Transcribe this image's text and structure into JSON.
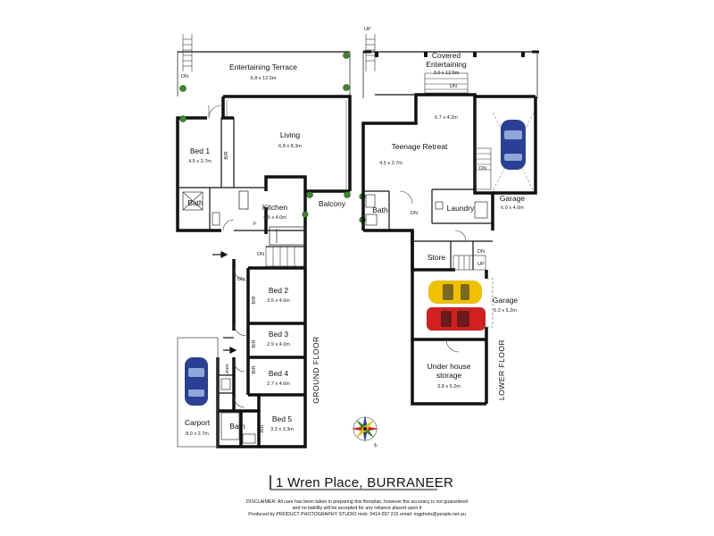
{
  "title": "1 Wren Place, BURRANEER",
  "floors": {
    "ground": "GROUND FLOOR",
    "lower": "LOWER FLOOR"
  },
  "stairs": {
    "dn": "DN",
    "up": "UP"
  },
  "ground_rooms": {
    "terrace": {
      "name": "Entertaining Terrace",
      "dim": "6.8 x 12.5m"
    },
    "living": {
      "name": "Living",
      "dim": "6.8 x 8.3m"
    },
    "bed1": {
      "name": "Bed 1",
      "dim": "4.5 x 3.7m"
    },
    "bath1": {
      "name": "Bath"
    },
    "kitchen": {
      "name": "Kitchen",
      "dim": "4.5 x 4.0m"
    },
    "balcony": {
      "name": "Balcony"
    },
    "bed2": {
      "name": "Bed 2",
      "dim": "3.5 x 4.0m"
    },
    "bed3": {
      "name": "Bed 3",
      "dim": "2.9 x 4.0m"
    },
    "bed4": {
      "name": "Bed 4",
      "dim": "2.7 x 4.0m"
    },
    "bed5": {
      "name": "Bed 5",
      "dim": "3.3 x 3.3m"
    },
    "bath2": {
      "name": "Bath"
    },
    "carport": {
      "name": "Carport",
      "dim": "8.0 x 2.7m"
    },
    "linen": "Linen",
    "bir": "BIR",
    "fridge": "F"
  },
  "lower_rooms": {
    "covered": {
      "name_line1": "Covered",
      "name_line2": "Entertaining",
      "dim": "3.0 x 12.5m"
    },
    "retreat": {
      "name": "Teenage Retreat",
      "dim_a": "6.7 x 4.2m",
      "dim_b": "4.5 x 3.7m"
    },
    "bath": {
      "name": "Bath"
    },
    "laundry": {
      "name": "Laundry"
    },
    "garage1": {
      "name": "Garage",
      "dim": "6.0 x 4.0m"
    },
    "store": {
      "name": "Store"
    },
    "garage2": {
      "name": "Garage",
      "dim": "5.3 x 5.2m"
    },
    "storage": {
      "name_line1": "Under house",
      "name_line2": "storage",
      "dim": "3.8 x 5.2m"
    }
  },
  "compass": {
    "label": "N"
  },
  "disclaimer": {
    "line1": "DISCLAIMER: All care has been taken in preparing this floorplan, however the accuracy is not guaranteed",
    "line2": "and no liability will be accepted for any reliance placed upon it",
    "line3": "Produced by PRODUCT PHOTOGRAPHY STUDIO mob: 0414 697 215 email: mgphoto@people.net.au"
  },
  "colors": {
    "wall": "#111111",
    "car_blue": "#2a3f96",
    "car_yellow": "#f0c000",
    "car_red": "#d21f1f",
    "plant": "#3a8a2a"
  }
}
